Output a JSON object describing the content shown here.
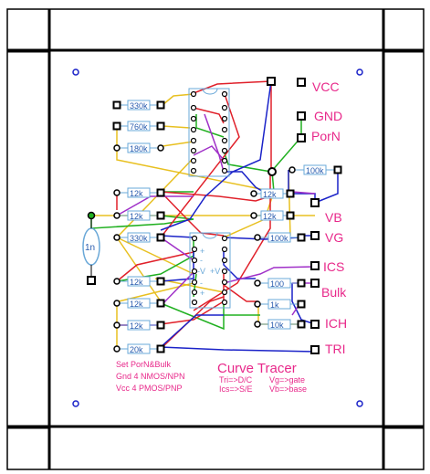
{
  "colors": {
    "frame": "#000000",
    "label_pink": "#e8288a",
    "wire_red": "#e0202a",
    "wire_blue": "#1a22c8",
    "wire_yellow": "#e8c020",
    "wire_green": "#20b020",
    "wire_purple": "#a030c8",
    "resistor_outline": "#6aa8d8",
    "resistor_text": "#2a5cae",
    "mount_hole": "#1a22c8"
  },
  "resistors": [
    {
      "id": "r1",
      "label": "330k"
    },
    {
      "id": "r2",
      "label": "760k"
    },
    {
      "id": "r3",
      "label": "180k"
    },
    {
      "id": "r4",
      "label": "12k"
    },
    {
      "id": "r5",
      "label": "12k"
    },
    {
      "id": "r6",
      "label": "330k"
    },
    {
      "id": "r7",
      "label": "12k"
    },
    {
      "id": "r8",
      "label": "12k"
    },
    {
      "id": "r9",
      "label": "12k"
    },
    {
      "id": "r10",
      "label": "20k"
    },
    {
      "id": "r11",
      "label": "100k"
    },
    {
      "id": "r12",
      "label": "12k"
    },
    {
      "id": "r13",
      "label": "12k"
    },
    {
      "id": "r14",
      "label": "100k"
    },
    {
      "id": "r15",
      "label": "100"
    },
    {
      "id": "r16",
      "label": "1k"
    },
    {
      "id": "r17",
      "label": "10k"
    }
  ],
  "capacitor": {
    "label": "1n"
  },
  "terminals": {
    "vcc": "VCC",
    "gnd": "GND",
    "porn": "PorN",
    "vb": "VB",
    "vg": "VG",
    "ics": "ICS",
    "bulk": "Bulk",
    "ich": "ICH",
    "tri": "TRI"
  },
  "title": "Curve Tracer",
  "notes": {
    "line1": "Set PorN&Bulk",
    "line2": "Gnd 4 NMOS/NPN",
    "line3": "Vcc 4 PMOS/PNP"
  },
  "legend": {
    "tri": "Tri=>D/C",
    "ics": "Ics=>S/E",
    "vg": "Vg=>gate",
    "vb": "Vb=>base"
  },
  "ic_pins": {
    "minus1": "-",
    "plus1": "+",
    "minusV": "-V",
    "plusV": "+V",
    "minus2": "-",
    "plus2": "+"
  }
}
